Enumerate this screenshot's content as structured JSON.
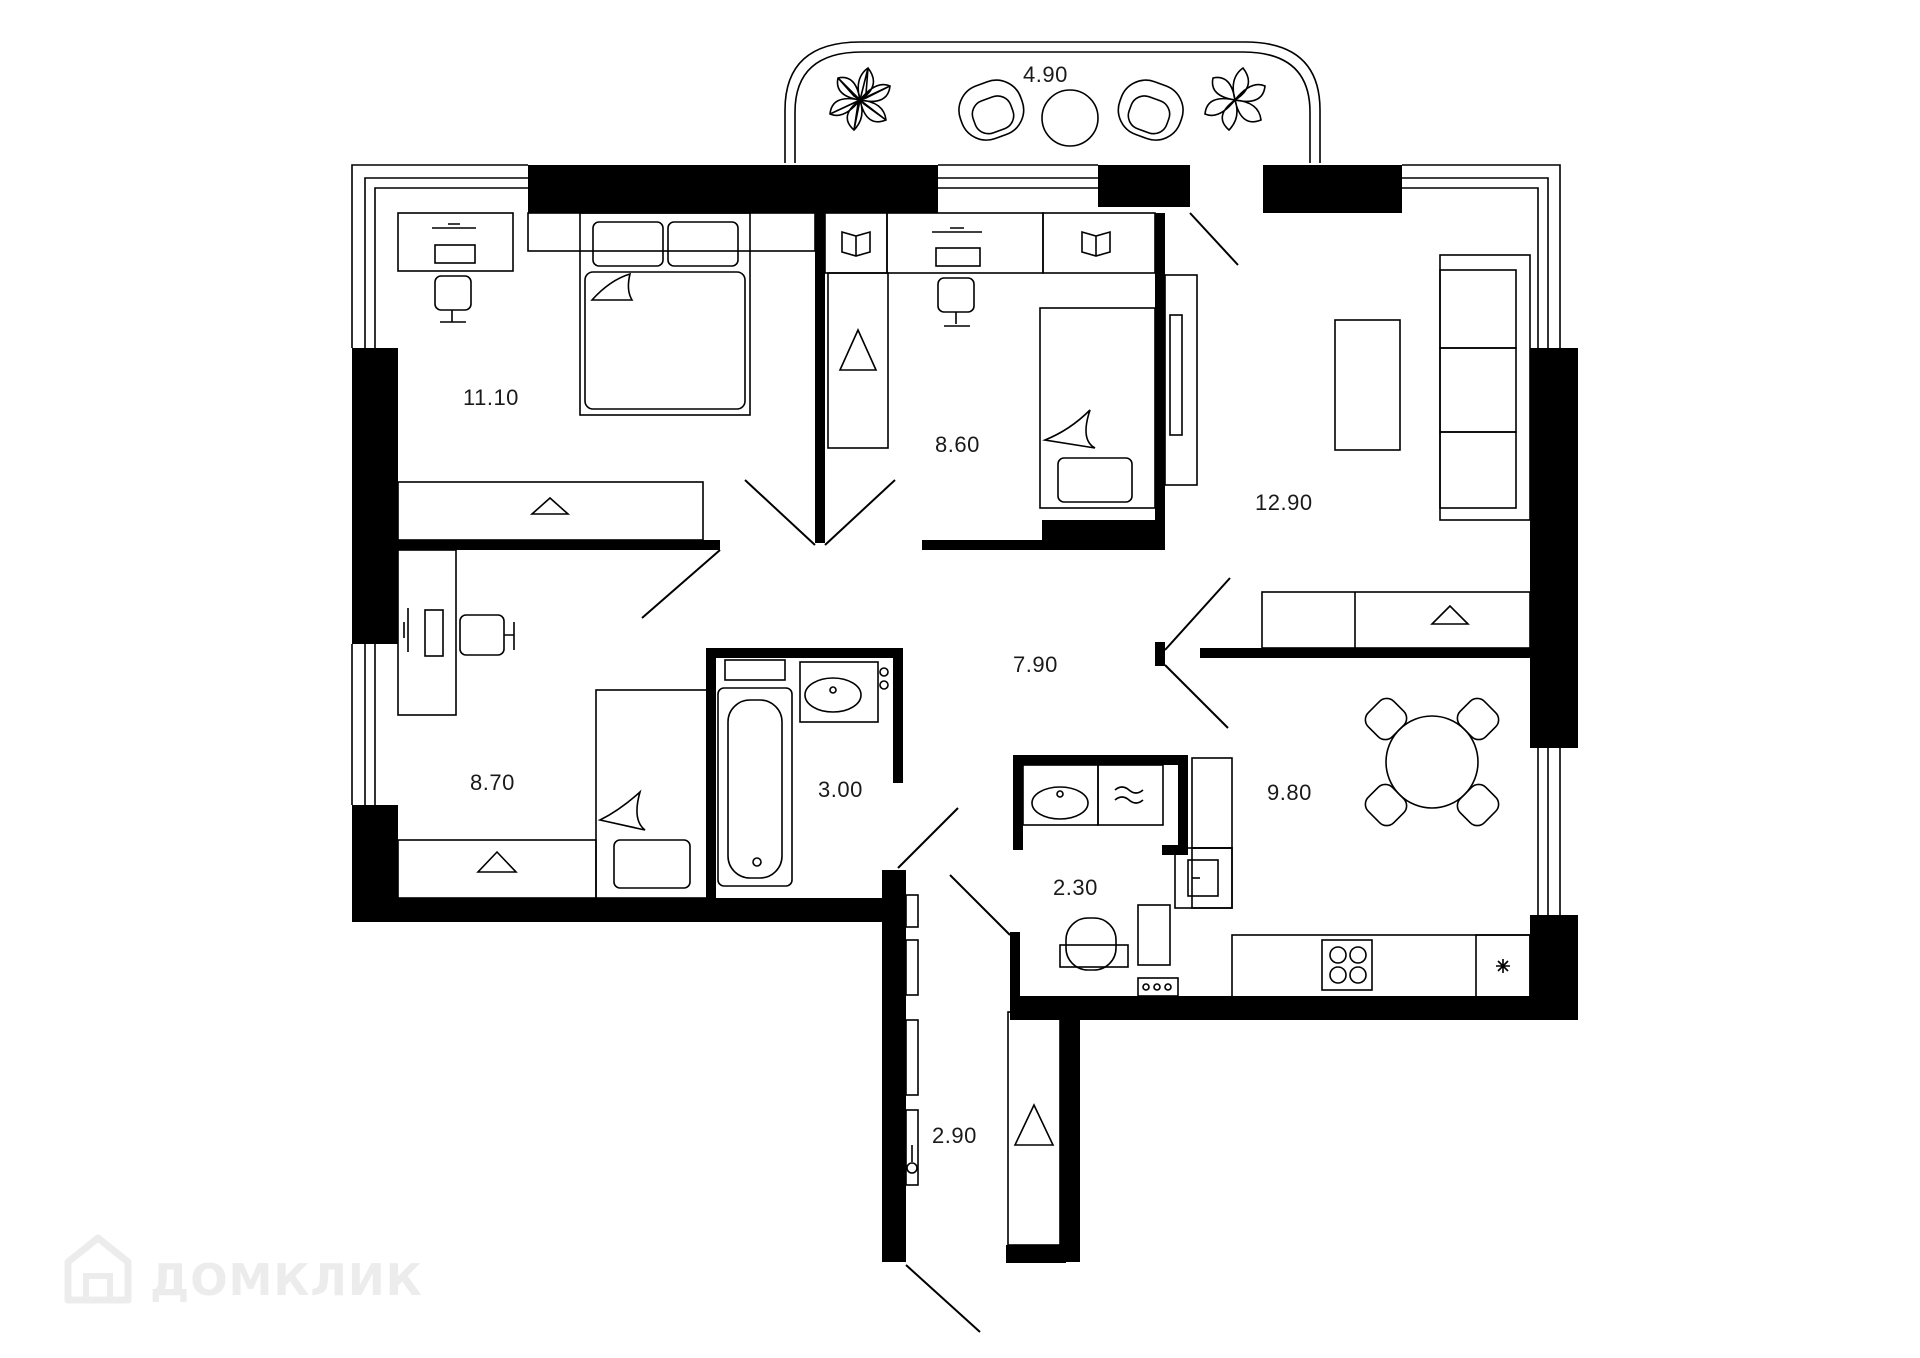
{
  "rooms": [
    {
      "id": "balcony",
      "area": "4.90"
    },
    {
      "id": "bedroom-1",
      "area": "11.10"
    },
    {
      "id": "bedroom-2",
      "area": "8.60"
    },
    {
      "id": "living-room",
      "area": "12.90"
    },
    {
      "id": "hallway",
      "area": "7.90"
    },
    {
      "id": "bedroom-3",
      "area": "8.70"
    },
    {
      "id": "bathroom",
      "area": "3.00"
    },
    {
      "id": "toilet",
      "area": "2.30"
    },
    {
      "id": "kitchen",
      "area": "9.80"
    },
    {
      "id": "entrance",
      "area": "2.90"
    }
  ],
  "watermark": {
    "text": "ДОМКЛИК",
    "icon": "house-icon"
  },
  "colors": {
    "wall": "#000000",
    "line": "#000000",
    "background": "#ffffff",
    "watermark": "#ececec"
  }
}
